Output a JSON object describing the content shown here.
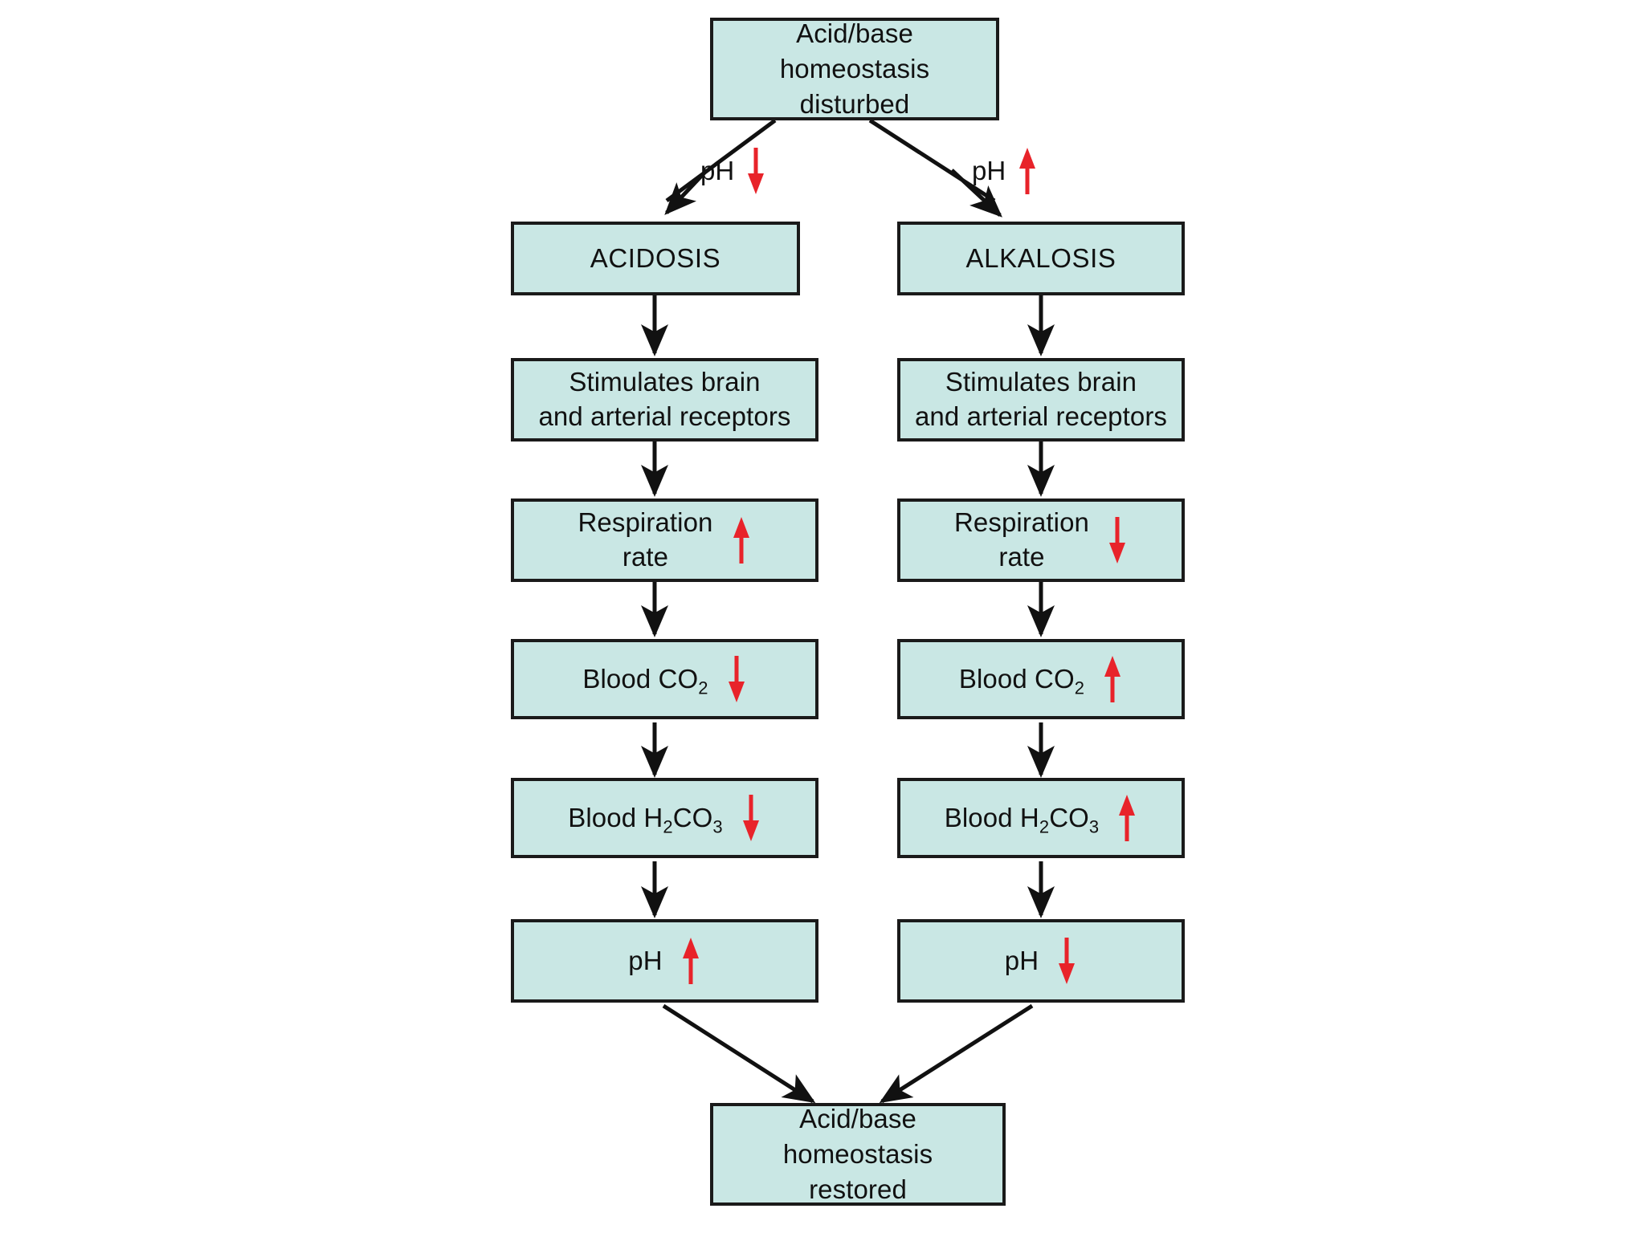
{
  "diagram": {
    "title_node": {
      "text": "Acid/base\nhomeostasis\ndisturbed",
      "name": "acid-base-homeostasis-disturbed"
    },
    "bottom_node": {
      "text": "Acid/base\nhomeostasis\nrestored",
      "name": "acid-base-homeostasis-restored"
    },
    "fork_labels": [
      {
        "text": "pH",
        "trend": "down",
        "name": "fork-label-ph-down"
      },
      {
        "text": "pH",
        "trend": "up",
        "name": "fork-label-ph-up"
      }
    ],
    "left_branch": {
      "heading": "ACIDOSIS",
      "steps": [
        {
          "text": "Stimulates brain\nand arterial receptors",
          "trend": "none"
        },
        {
          "text": "Respiration\nrate",
          "trend": "up"
        },
        {
          "text": "Blood CO2",
          "trend": "down",
          "formula": {
            "base": "Blood CO",
            "sub": "2"
          }
        },
        {
          "text": "Blood H2CO3",
          "trend": "down",
          "formula": {
            "base": "Blood H",
            "sub": "2",
            "mid": "CO",
            "sub2": "3"
          }
        },
        {
          "text": "pH",
          "trend": "up"
        }
      ]
    },
    "right_branch": {
      "heading": "ALKALOSIS",
      "steps": [
        {
          "text": "Stimulates brain\nand arterial receptors",
          "trend": "none"
        },
        {
          "text": "Respiration\nrate",
          "trend": "down"
        },
        {
          "text": "Blood CO2",
          "trend": "up",
          "formula": {
            "base": "Blood CO",
            "sub": "2"
          }
        },
        {
          "text": "Blood H2CO3",
          "trend": "up",
          "formula": {
            "base": "Blood H",
            "sub": "2",
            "mid": "CO",
            "sub2": "3"
          }
        },
        {
          "text": "pH",
          "trend": "down"
        }
      ]
    },
    "colors": {
      "box_fill": "#c9e7e4",
      "box_border": "#1a1a1a",
      "trend_arrow": "#e8232a",
      "flow_arrow": "#111111",
      "background": "#ffffff",
      "text": "#111111"
    }
  }
}
